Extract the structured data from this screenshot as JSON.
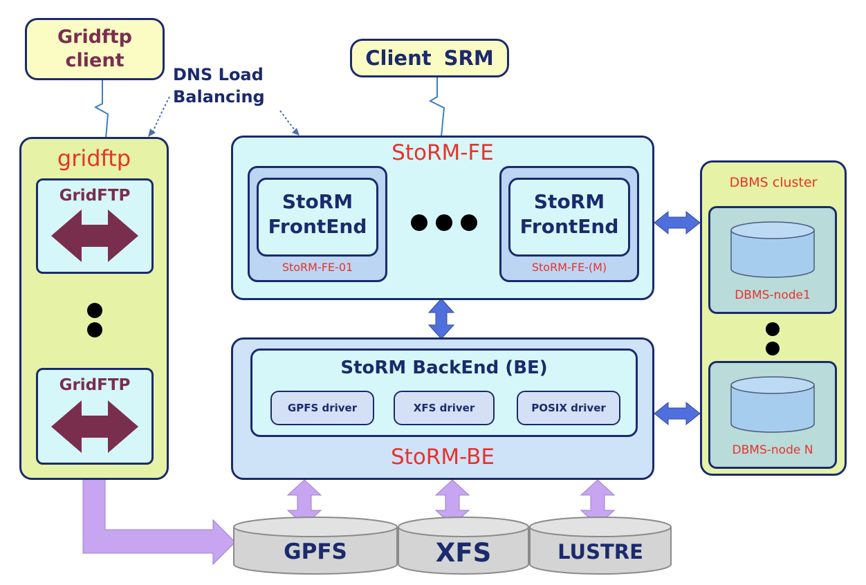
{
  "gridftp_client": {
    "line1": "Gridftp",
    "line2": "client"
  },
  "dns_label": {
    "line1": "DNS Load",
    "line2": "Balancing"
  },
  "client_srm": "Client SRM",
  "gridftp_panel": {
    "title": "gridftp",
    "servers": [
      {
        "label": "GridFTP"
      },
      {
        "label": "GridFTP"
      }
    ]
  },
  "storm_fe": {
    "title": "StoRM-FE",
    "nodes": [
      {
        "line1": "StoRM",
        "line2": "FrontEnd",
        "caption": "StoRM-FE-01"
      },
      {
        "line1": "StoRM",
        "line2": "FrontEnd",
        "caption": "StoRM-FE-(M)"
      }
    ]
  },
  "storm_be": {
    "title": "StoRM-BE",
    "backend_title": "StoRM BackEnd (BE)",
    "drivers": [
      "GPFS driver",
      "XFS driver",
      "POSIX driver"
    ]
  },
  "dbms": {
    "title": "DBMS cluster",
    "nodes": [
      "DBMS-node1",
      "DBMS-node N"
    ]
  },
  "storage": [
    "GPFS",
    "XFS",
    "LUSTRE"
  ],
  "colors": {
    "navy": "#1a2a6c",
    "maroon": "#7a2e4e",
    "red": "#e8322b",
    "yellow_fill": "#fbfbc4",
    "green_fill": "#e6f2a6",
    "cyan_fill": "#d6f7f9",
    "blue_fill": "#cfe3f8",
    "node_fill": "#bcd5f2",
    "driver_fill": "#d4e0f6",
    "db_fill": "#a7cdee",
    "db_bg": "#b9dbd9",
    "storage_fill": "#d4d4d4",
    "arrow_blue": "#4f6fdc",
    "arrow_purple": "#c7a5f0",
    "arrow_maroon": "#7a2e4e"
  }
}
